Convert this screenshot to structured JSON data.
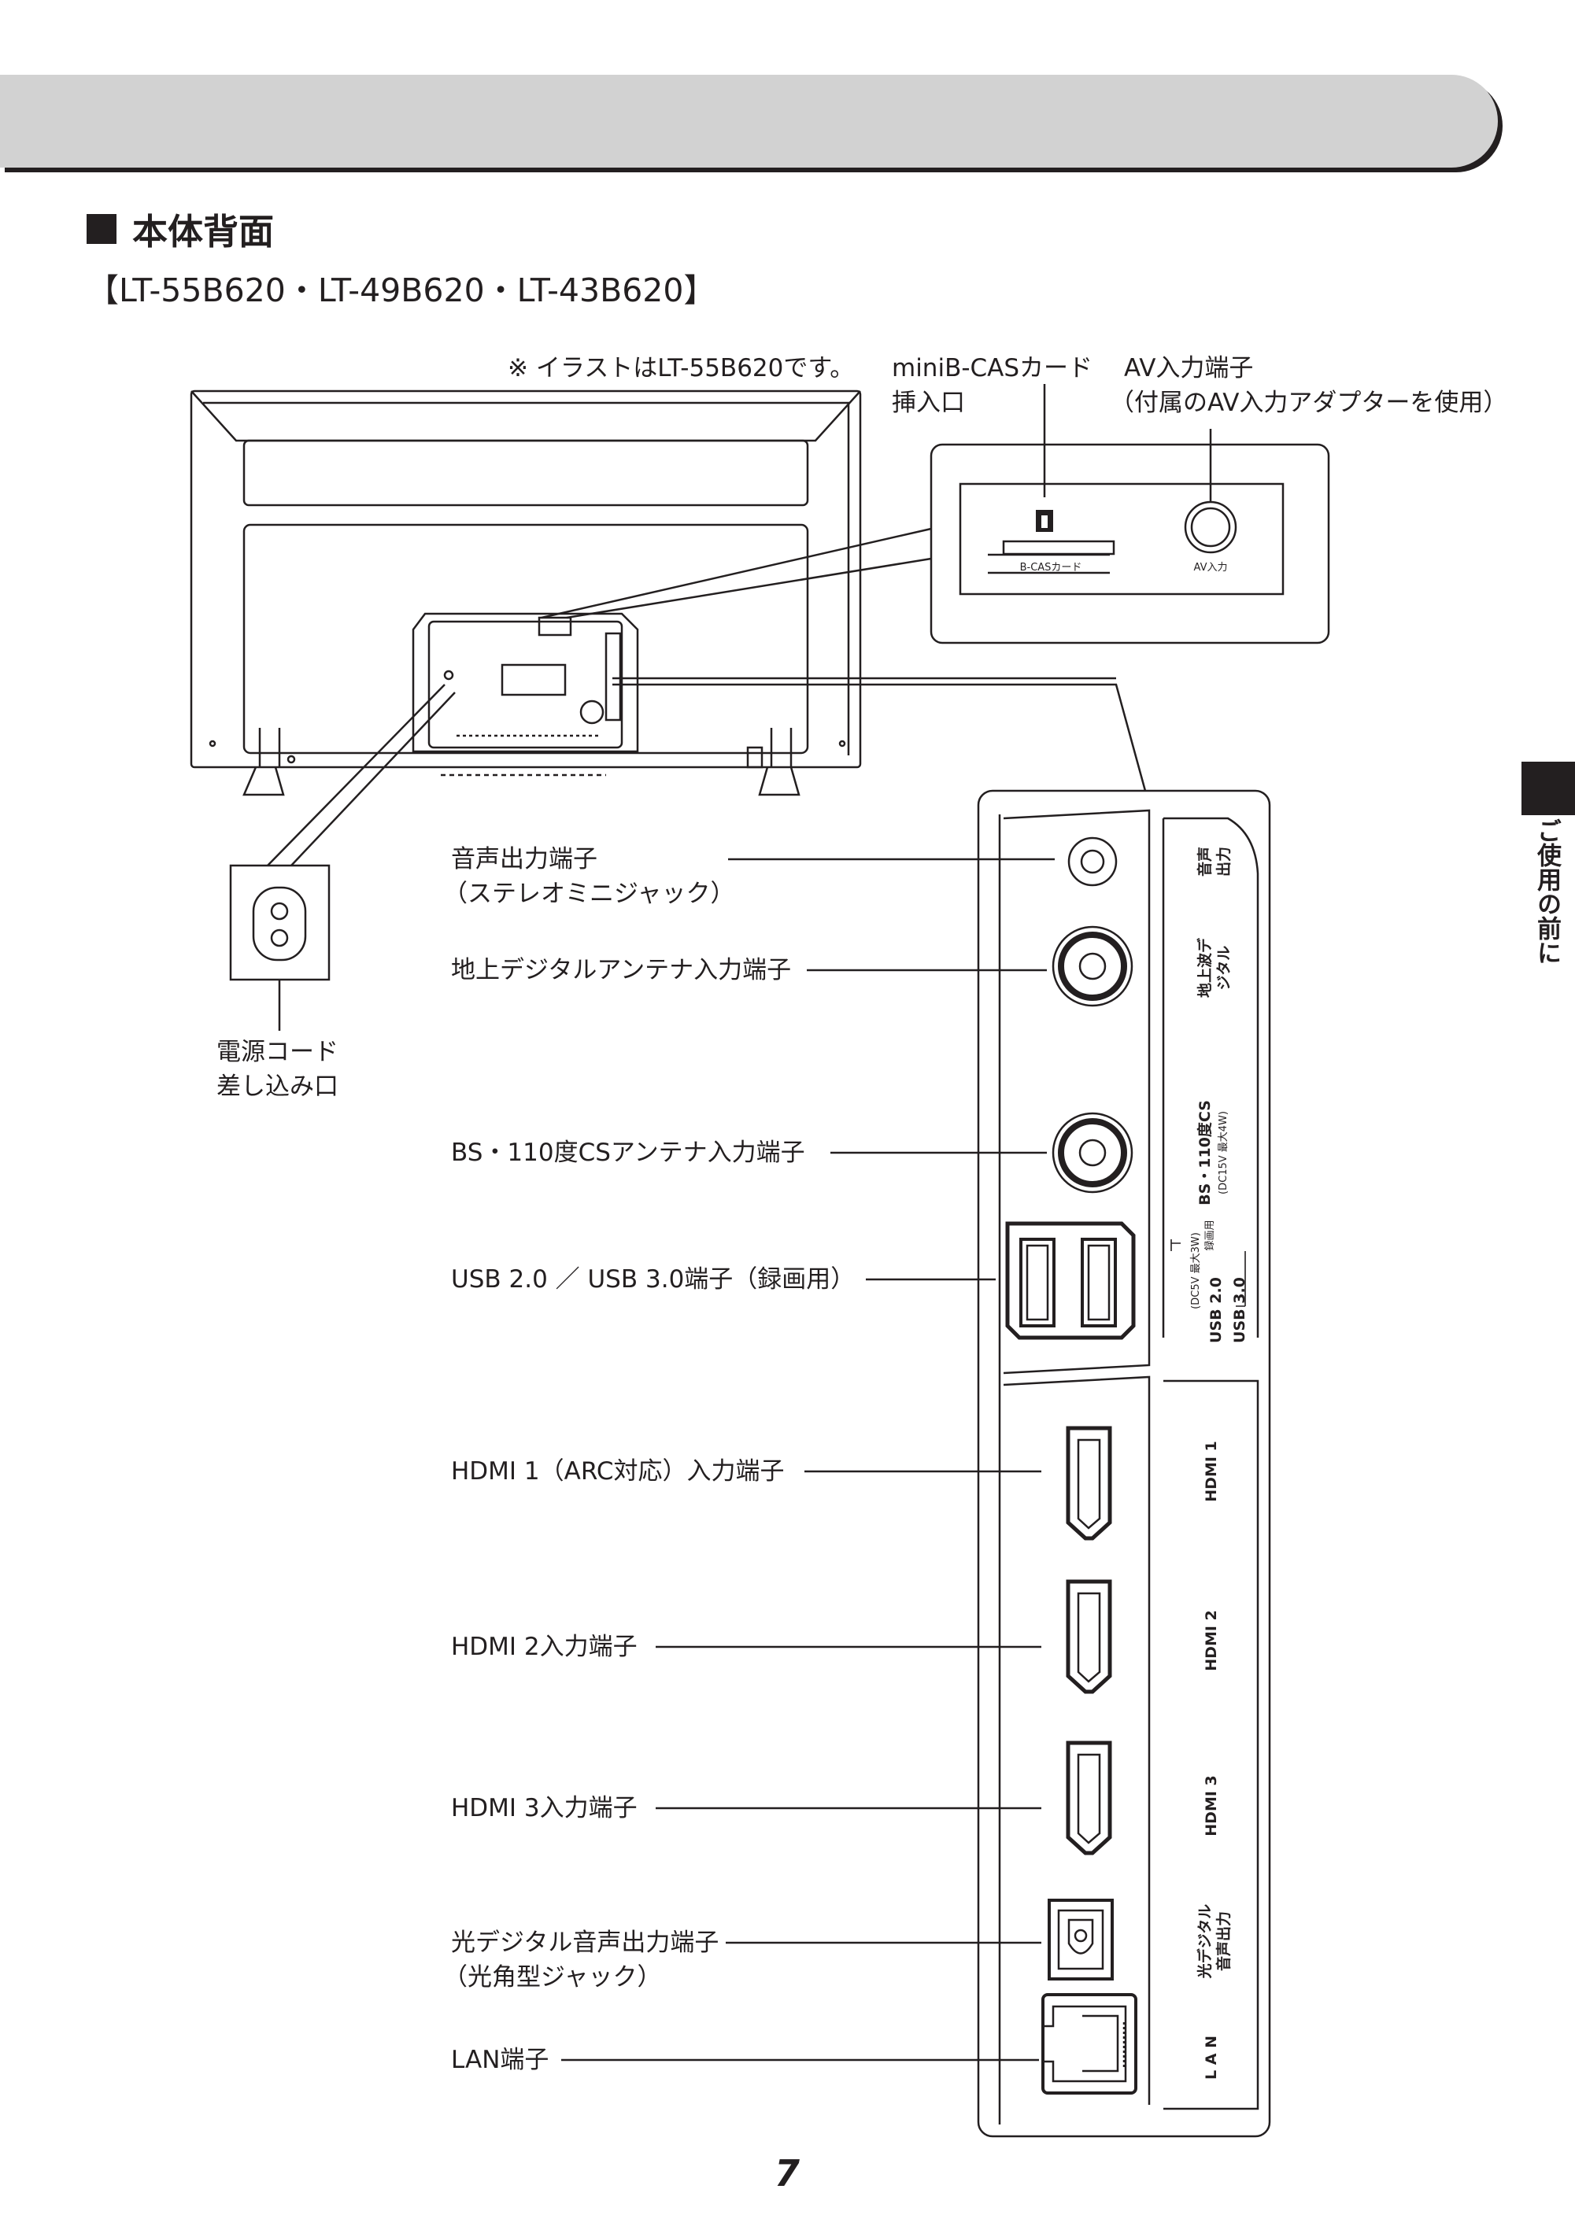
{
  "section": {
    "title": "本体背面",
    "models": "【LT-55B620・LT-49B620・LT-43B620】"
  },
  "illustration_note": "※ イラストはLT-55B620です。",
  "callouts": {
    "minibcas": [
      "miniB-CASカード",
      "挿入口"
    ],
    "av_input": [
      "AV入力端子",
      "（付属のAV入力アダプターを使用）"
    ],
    "power": [
      "電源コード",
      "差し込み口"
    ],
    "audio_out": [
      "音声出力端子",
      "（ステレオミニジャック）"
    ],
    "terrestrial": "地上デジタルアンテナ入力端子",
    "bscs": "BS・110度CSアンテナ入力端子",
    "usb": "USB 2.0 ／ USB 3.0端子（録画用）",
    "hdmi1": "HDMI 1（ARC対応）入力端子",
    "hdmi2": "HDMI 2入力端子",
    "hdmi3": "HDMI 3入力端子",
    "optical": [
      "光デジタル音声出力端子",
      "（光角型ジャック）"
    ],
    "lan": "LAN端子"
  },
  "panel_labels": {
    "bcas": "B-CASカード",
    "av": "AV入力",
    "audio_out": [
      "音声",
      "出力"
    ],
    "terrestrial": [
      "地上波デ",
      "ジタル"
    ],
    "bscs": [
      "BS・110度CS",
      "(DC15V 最大4W)"
    ],
    "usb_note": "(DC5V 最大3W)",
    "usb_rec": "録画用",
    "usb20": "USB 2.0",
    "usb30": "USB 3.0",
    "hdmi1": "HDMI 1",
    "hdmi2": "HDMI 2",
    "hdmi3": "HDMI 3",
    "optical": [
      "光デジタル",
      "音声出力"
    ],
    "lan": "L A N"
  },
  "side_tab": "ご使用の前に",
  "page_number": "7"
}
